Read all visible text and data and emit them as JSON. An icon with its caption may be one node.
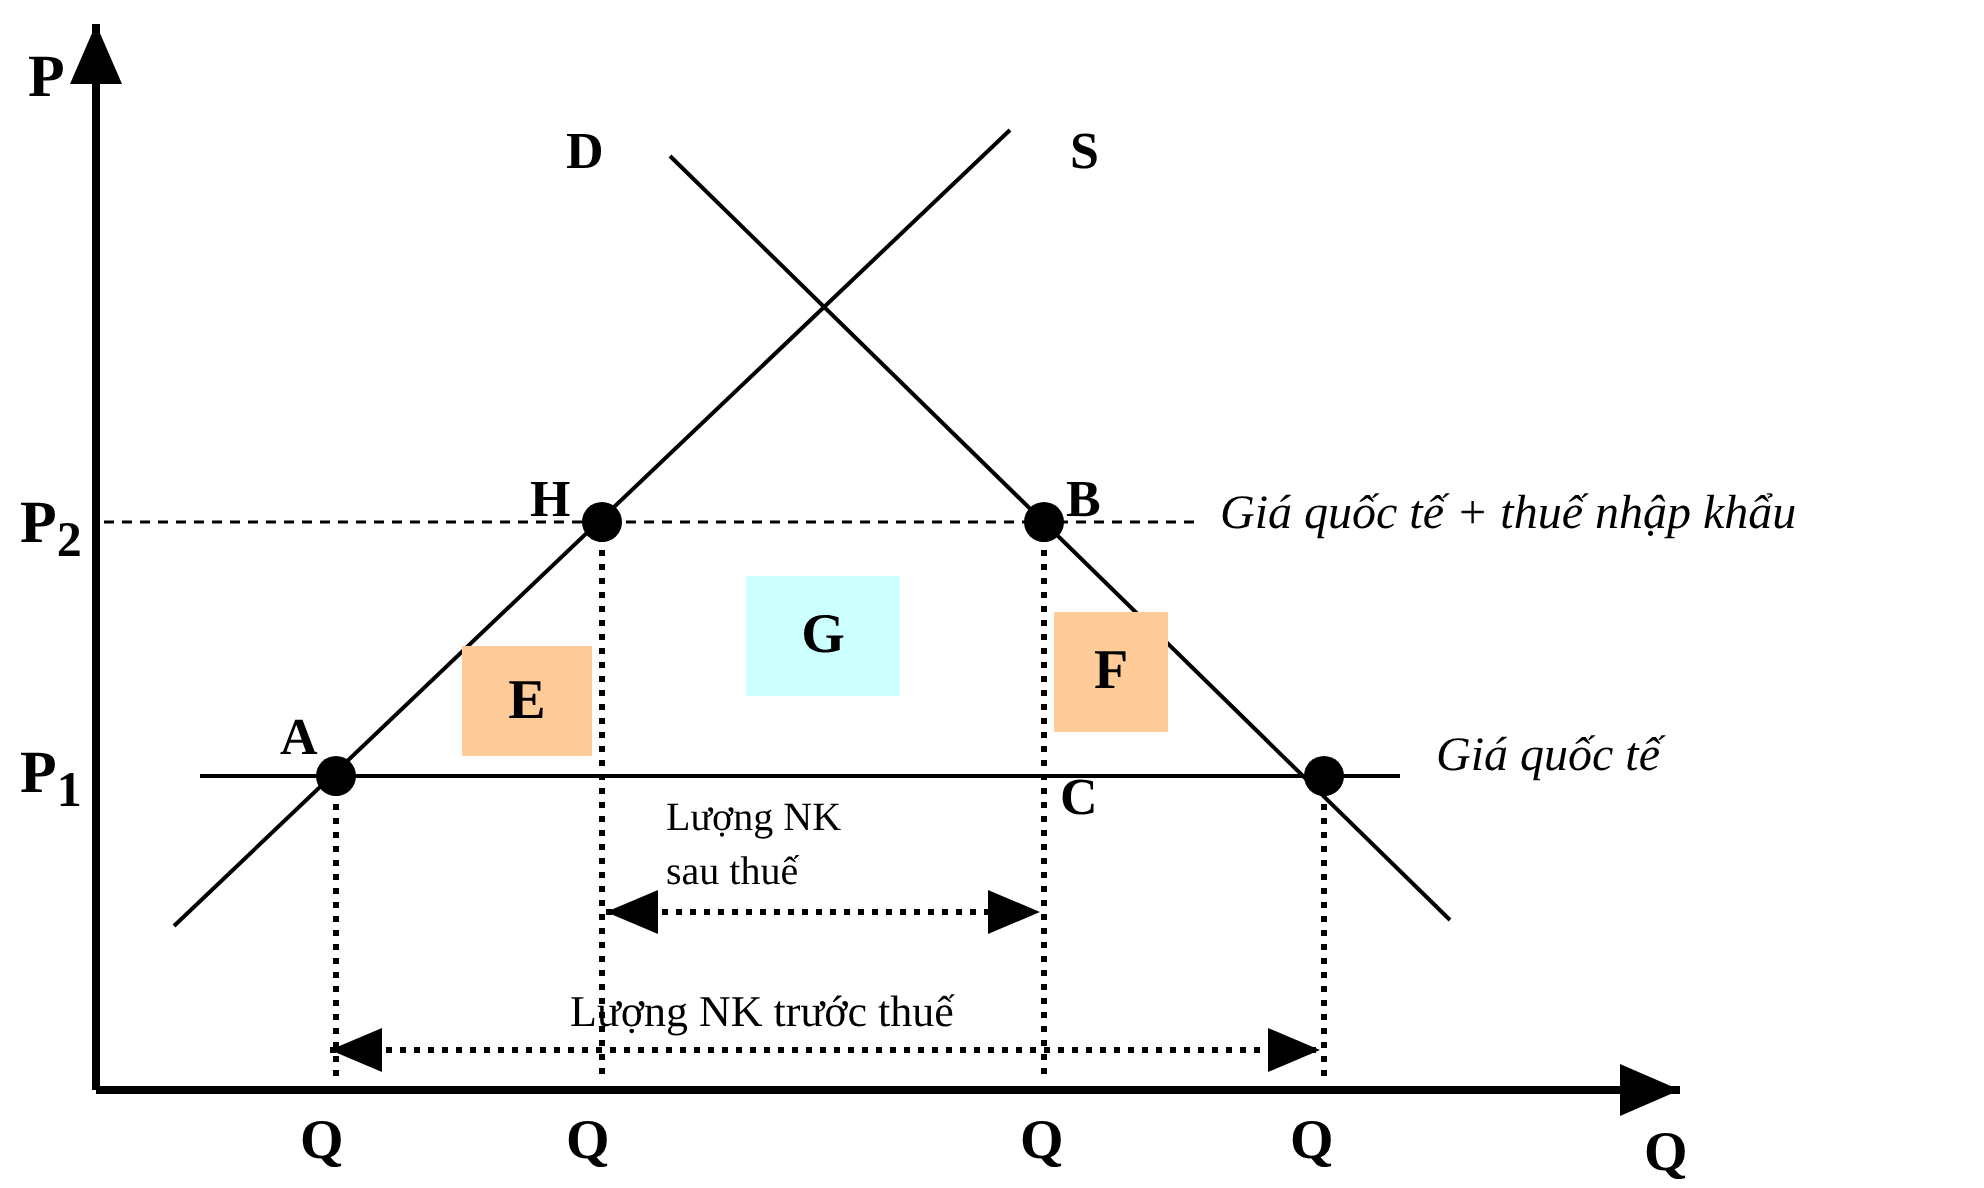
{
  "diagram": {
    "nodes": [
      {
        "text": [
          "E"
        ]
      },
      {
        "text": [
          "G"
        ]
      },
      {
        "text": [
          "F"
        ]
      }
    ],
    "labels": [
      "P",
      "D",
      "S",
      "P$_{2}$",
      "H",
      "B",
      "Giá quốc tế + thuế nhập khẩu",
      "P$_{1}$",
      "A",
      "Giá quốc tế",
      "C",
      "Lượng NK sau thuế",
      "Lượng NK trước thuế",
      "Q",
      "Q",
      "Q",
      "Q",
      "Q"
    ]
  }
}
